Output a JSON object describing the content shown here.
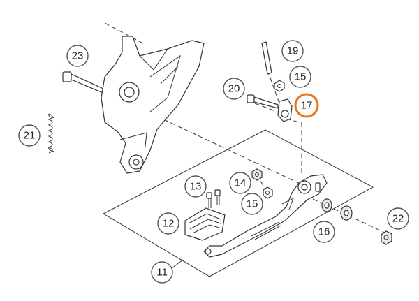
{
  "diagram": {
    "callouts": [
      {
        "id": "c23",
        "label": "23",
        "highlight": false
      },
      {
        "id": "c21",
        "label": "21",
        "highlight": false
      },
      {
        "id": "c19",
        "label": "19",
        "highlight": false
      },
      {
        "id": "c15a",
        "label": "15",
        "highlight": false
      },
      {
        "id": "c20",
        "label": "20",
        "highlight": false
      },
      {
        "id": "c17",
        "label": "17",
        "highlight": true
      },
      {
        "id": "c13",
        "label": "13",
        "highlight": false
      },
      {
        "id": "c14",
        "label": "14",
        "highlight": false
      },
      {
        "id": "c15b",
        "label": "15",
        "highlight": false
      },
      {
        "id": "c12",
        "label": "12",
        "highlight": false
      },
      {
        "id": "c16",
        "label": "16",
        "highlight": false
      },
      {
        "id": "c22",
        "label": "22",
        "highlight": false
      },
      {
        "id": "c11",
        "label": "11",
        "highlight": false
      }
    ],
    "colors": {
      "highlight": "#e8741e",
      "line": "#333333",
      "background": "#ffffff"
    }
  }
}
